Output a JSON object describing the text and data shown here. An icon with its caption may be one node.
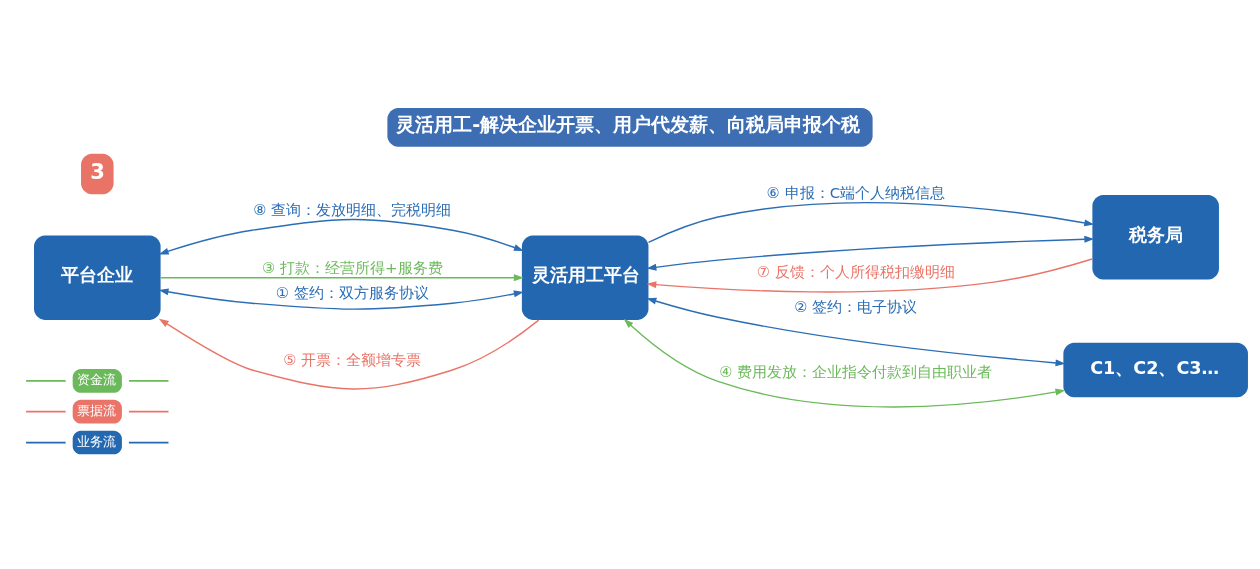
{
  "diagram": {
    "title": "灵活用工-解决企业开票、用户代发薪、向税局申报个税",
    "nodes": [
      {
        "text": [
          "平台企业"
        ]
      },
      {
        "text": [
          "灵活用工平台"
        ]
      },
      {
        "text": [
          "税务局"
        ]
      },
      {
        "text": [
          "C1、C2、C3…"
        ]
      }
    ],
    "edges": [
      {
        "from": 0,
        "to": 1,
        "arrow": "both",
        "label": "⑧ 查询：发放明细、完税明细"
      },
      {
        "from": 0,
        "to": 1,
        "arrow": "to",
        "label": "③ 打款：经营所得+服务费",
        "color": "#6cb95b"
      },
      {
        "from": 1,
        "to": 0,
        "arrow": "to",
        "label": "⑤ 开票：全额增专票",
        "color": "#ea7468"
      },
      {
        "from": 1,
        "to": 2,
        "arrow": "to",
        "label": "⑥ 申报：C端个人纳税信息"
      },
      {
        "from": 2,
        "to": 1,
        "arrow": "to",
        "label": "⑦ 反馈：个人所得税扣缴明细",
        "color": "#ea7468"
      },
      {
        "from": 0,
        "to": 1,
        "arrow": "both",
        "label": "① 签约：双方服务协议"
      },
      {
        "from": 1,
        "to": 3,
        "arrow": "both",
        "label": "② 签约：电子协议"
      },
      {
        "from": 1,
        "to": 3,
        "arrow": "both",
        "label": "④ 费用发放：企业指令付款到自由职业者",
        "color": "#6cb95b"
      },
      {
        "from": 1,
        "to": 2,
        "arrow": "both"
      }
    ],
    "labels": [
      "3"
    ],
    "legend": [
      {
        "text": "资金流",
        "color": "#6cb95b"
      },
      {
        "text": "票据流",
        "color": "#ea7468"
      },
      {
        "text": "业务流",
        "color": "#2468b0"
      }
    ]
  }
}
